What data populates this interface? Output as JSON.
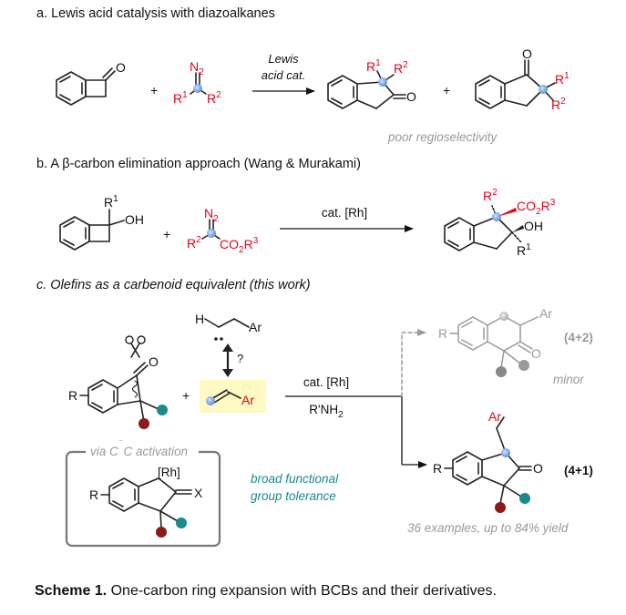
{
  "sections": {
    "a": {
      "heading": "a. Lewis acid catalysis with diazoalkanes",
      "reagent_n2": "N",
      "reagent_n2_sub": "2",
      "reagent_r1": "R",
      "reagent_r1_sup": "1",
      "reagent_r2": "R",
      "reagent_r2_sup": "2",
      "plus1": "+",
      "arrow_label_1": "Lewis",
      "arrow_label_2": "acid cat.",
      "ketone_o": "O",
      "prod1_r1": "R",
      "prod1_r1_sup": "1",
      "prod1_r2": "R",
      "prod1_r2_sup": "2",
      "prod1_o": "O",
      "plus2": "+",
      "prod2_o": "O",
      "prod2_r1": "R",
      "prod2_r1_sup": "1",
      "prod2_r2": "R",
      "prod2_r2_sup": "2",
      "note": "poor regioselectivity"
    },
    "b": {
      "heading_pre": "b. A ",
      "heading_beta": "β",
      "heading_post": "-carbon elimination approach (Wang & Murakami)",
      "sm_r1": "R",
      "sm_r1_sup": "1",
      "sm_oh": "OH",
      "plus": "+",
      "reagent_n2": "N",
      "reagent_n2_sub": "2",
      "reagent_r2": "R",
      "reagent_r2_sup": "2",
      "reagent_co2r3": "CO",
      "reagent_co2r3_sub": "2",
      "reagent_co2r3_r": "R",
      "reagent_co2r3_sup": "3",
      "arrow_label": "cat. [Rh]",
      "prod_r2": "R",
      "prod_r2_sup": "2",
      "prod_co2r3": "CO",
      "prod_co2r3_sub": "2",
      "prod_co2r3_r": "R",
      "prod_co2r3_sup": "3",
      "prod_oh": "OH",
      "prod_r1": "R",
      "prod_r1_sup": "1"
    },
    "c": {
      "heading": "c. Olefins as a carbenoid equivalent (this work)",
      "sm_r": "R",
      "sm_o": "O",
      "plus": "+",
      "olefin_ar": "Ar",
      "carbene_h": "H",
      "carbene_ar": "Ar",
      "question": "?",
      "arrow_label_1": "cat. [Rh]",
      "arrow_label_2": "R'NH",
      "arrow_label_2_sub": "2",
      "minor_r": "R",
      "minor_ar": "Ar",
      "minor_o": "O",
      "minor_label": "(4+2)",
      "minor_note": "minor",
      "major_ar": "Ar",
      "major_r": "R",
      "major_o": "O",
      "major_label": "(4+1)",
      "box_title": "via C",
      "box_title_dash": "‾",
      "box_title_end": "C activation",
      "box_rh": "[Rh]",
      "box_x": "X",
      "box_r": "R",
      "tolerance_1": "broad functional",
      "tolerance_2": "group tolerance",
      "examples": "36 examples, up to 84% yield"
    }
  },
  "caption": {
    "label": "Scheme 1.",
    "text": " One-carbon ring expansion with BCBs and their derivatives."
  },
  "colors": {
    "red": "#e8001c",
    "blue_dot": "#7aa8e8",
    "teal": "#1a8a8a",
    "dark_red": "#8b1a1a",
    "highlight": "#fff9c4",
    "gray": "#999999"
  }
}
